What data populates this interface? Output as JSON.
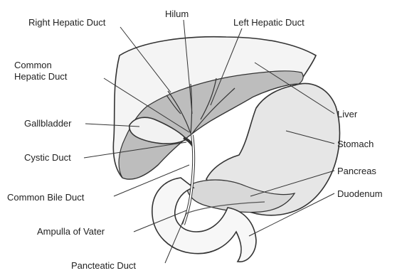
{
  "labels": {
    "right_hepatic_duct": "Right Hepatic Duct",
    "hilum": "Hilum",
    "left_hepatic_duct": "Left Hepatic Duct",
    "common_hepatic_duct_line1": "Common",
    "common_hepatic_duct_line2": "Hepatic Duct",
    "gallbladder": "Gallbladder",
    "cystic_duct": "Cystic Duct",
    "common_bile_duct": "Common Bile Duct",
    "ampulla_of_vater": "Ampulla of Vater",
    "pancreatic_duct": "Pancteatic Duct",
    "liver": "Liver",
    "stomach": "Stomach",
    "pancreas": "Pancreas",
    "duodenum": "Duodenum"
  },
  "colors": {
    "liver_fill": "#bdbdbd",
    "stomach_fill": "#e6e6e6",
    "pancreas_fill": "#d8d8d8",
    "gallbladder_fill": "#f2f2f2",
    "duct_fill": "#ffffff",
    "outline": "#333333"
  }
}
